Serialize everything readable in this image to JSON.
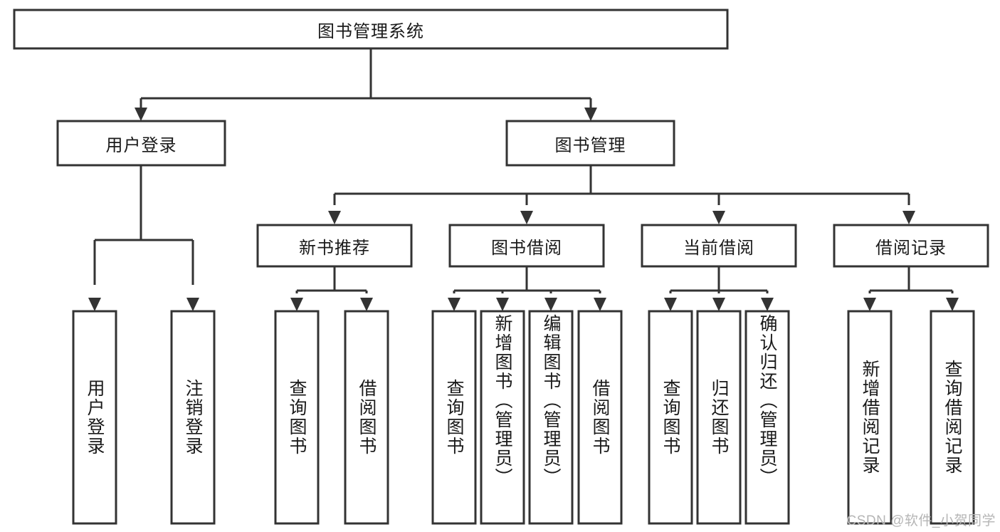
{
  "diagram": {
    "type": "tree",
    "title_node": "图书管理系统",
    "orientation": "top-down",
    "colors": {
      "box_stroke": "#333333",
      "box_fill": "#ffffff",
      "text": "#1a1a1a",
      "watermark": "#b5b5b5"
    },
    "levels": {
      "root": {
        "label": "图书管理系统"
      },
      "level2": [
        {
          "label": "用户登录"
        },
        {
          "label": "图书管理"
        }
      ],
      "level3": [
        {
          "label": "新书推荐"
        },
        {
          "label": "图书借阅"
        },
        {
          "label": "当前借阅"
        },
        {
          "label": "借阅记录"
        }
      ],
      "leaves": {
        "user_login": [
          {
            "label": "用户登录"
          },
          {
            "label": "注销登录"
          }
        ],
        "new_book_recommend": [
          {
            "label": "查询图书"
          },
          {
            "label": "借阅图书"
          }
        ],
        "book_borrow": [
          {
            "label": "查询图书"
          },
          {
            "label": "新增图书（管理员）"
          },
          {
            "label": "编辑图书（管理员）"
          },
          {
            "label": "借阅图书"
          }
        ],
        "current_borrow": [
          {
            "label": "查询图书"
          },
          {
            "label": "归还图书"
          },
          {
            "label": "确认归还（管理员）"
          }
        ],
        "borrow_record": [
          {
            "label": "新增借阅记录"
          },
          {
            "label": "查询借阅记录"
          }
        ]
      }
    }
  },
  "watermark": {
    "text": "CSDN @软件_小贺同学"
  }
}
